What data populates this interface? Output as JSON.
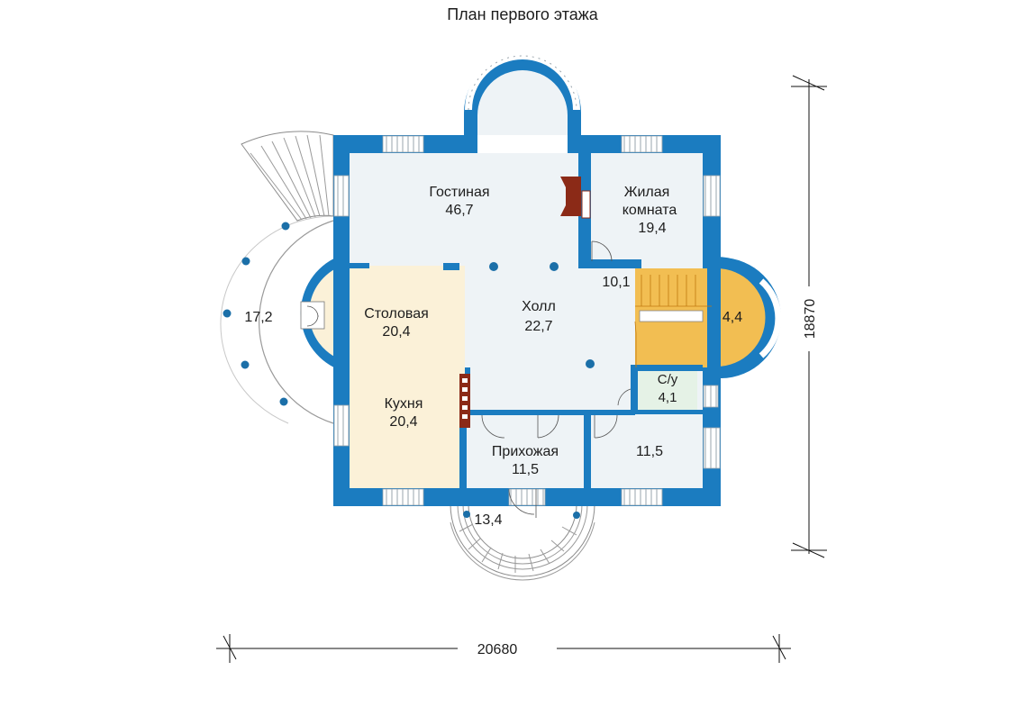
{
  "title": "План первого этажа",
  "dimensions": {
    "width": "20680",
    "height": "18870"
  },
  "rooms": {
    "living": {
      "name": "Гостиная",
      "area": "46,7"
    },
    "bedroom": {
      "name_line1": "Жилая",
      "name_line2": "комната",
      "area": "19,4"
    },
    "dining": {
      "name": "Столовая",
      "area": "20,4"
    },
    "hall": {
      "name": "Холл",
      "area": "22,7"
    },
    "hall_extra": {
      "area": "10,1"
    },
    "stair": {
      "area": "4,4"
    },
    "wc": {
      "name": "С/у",
      "area": "4,1"
    },
    "kitchen": {
      "name": "Кухня",
      "area": "20,4"
    },
    "entry": {
      "name": "Прихожая",
      "area": "11,5"
    },
    "room_br": {
      "area": "11,5"
    },
    "terrace": {
      "area": "17,2"
    },
    "porch": {
      "area": "13,4"
    }
  },
  "colors": {
    "wall": "#1b7cc0",
    "floor": "#eef3f6",
    "dining_kitchen": "#fbf1d8",
    "stair": "#f2be52",
    "wc": "#e5f2e6",
    "fireplace": "#8b2a17",
    "window": "#ffffff",
    "steps": "#8b8b8b",
    "dimension": "#111111"
  }
}
